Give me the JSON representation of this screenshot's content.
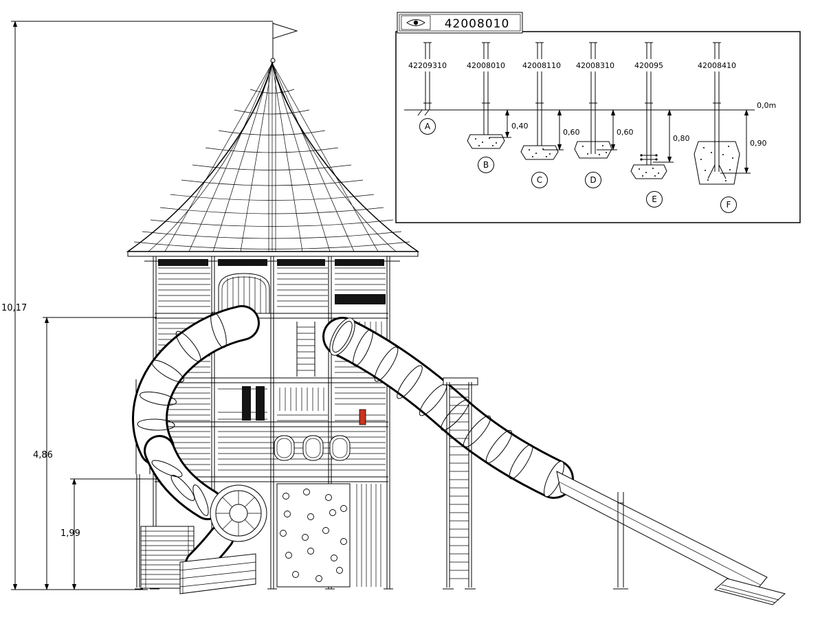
{
  "title_block": {
    "code": "42008010"
  },
  "dimensions": {
    "total": "10,17",
    "upper": "4,86",
    "lower": "1,99"
  },
  "foundation_detail": {
    "datum_label": "0,0m",
    "items": [
      {
        "label": "A",
        "part": "42209310",
        "depth": null
      },
      {
        "label": "B",
        "part": "42008010",
        "depth": "0,40"
      },
      {
        "label": "C",
        "part": "42008110",
        "depth": "0,60"
      },
      {
        "label": "D",
        "part": "42008310",
        "depth": "0,60"
      },
      {
        "label": "E",
        "part": "420095",
        "depth": "0,80"
      },
      {
        "label": "F",
        "part": "42008410",
        "depth": "0,90"
      }
    ]
  },
  "colors": {
    "line": "#000000",
    "red_marker": "#c8341f",
    "background": "#ffffff"
  }
}
